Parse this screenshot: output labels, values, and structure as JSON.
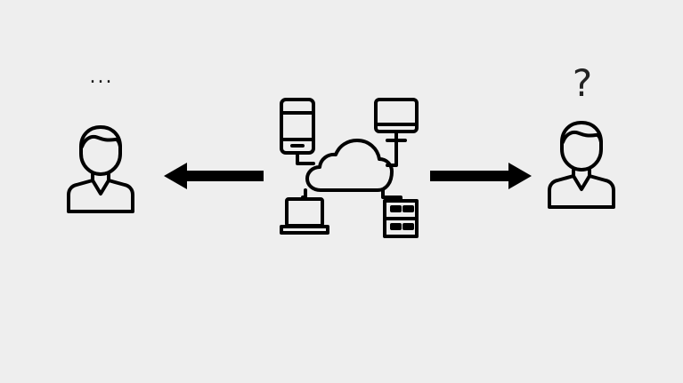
{
  "diagram": {
    "left_user": {
      "icon": "user-icon",
      "status_text": "..."
    },
    "right_user": {
      "icon": "user-icon",
      "status_text": "?"
    },
    "center": {
      "icon": "cloud-network-icon",
      "devices": [
        "mobile-phone-icon",
        "monitor-icon",
        "laptop-icon",
        "server-icon"
      ]
    },
    "arrows": [
      {
        "direction": "left",
        "target": "left_user"
      },
      {
        "direction": "right",
        "target": "right_user"
      }
    ],
    "colors": {
      "background": "#eeeeee",
      "stroke": "#000000"
    }
  }
}
